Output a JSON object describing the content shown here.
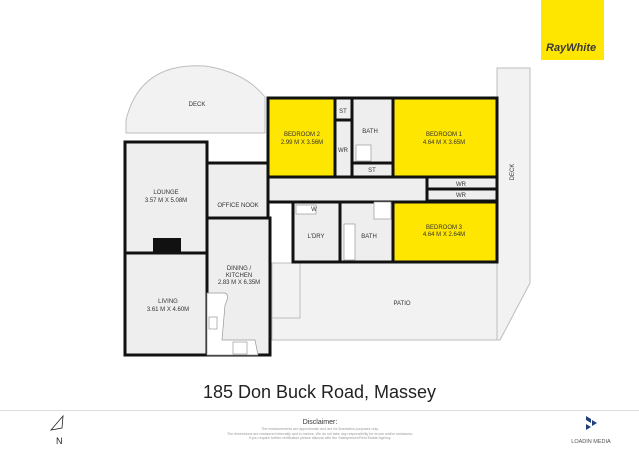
{
  "brand": {
    "name": "RayWhite",
    "color": "#ffe600"
  },
  "address": "185 Don Buck Road, Massey",
  "rooms": {
    "deck_top": "DECK",
    "deck_right": "DECK",
    "bedroom2": {
      "name": "BEDROOM 2",
      "size": "2.99 M X 3.56M"
    },
    "bedroom1": {
      "name": "BEDROOM 1",
      "size": "4.64 M X 3.65M"
    },
    "bedroom3": {
      "name": "BEDROOM 3",
      "size": "4.64 M X 2.64M"
    },
    "st1": "ST",
    "st2": "ST",
    "wr1": "WR",
    "wr2": "WR",
    "wr3": "WR",
    "bath1": "BATH",
    "bath2": "BATH",
    "lounge": {
      "name": "LOUNGE",
      "size": "3.57 M X 5.08M"
    },
    "office": "OFFICE NOOK",
    "laundry": "L'DRY",
    "washer": "W",
    "dining": {
      "name1": "DINING /",
      "name2": "KITCHEN",
      "size": "2.83 M X 6.35M"
    },
    "living": {
      "name": "LIVING",
      "size": "3.61 M X 4.60M"
    },
    "patio": "PATIO"
  },
  "north_label": "N",
  "disclaimer": {
    "title": "Disclaimer:",
    "lines": [
      "The measurements are approximate and are for illustration purposes only.",
      "The dimensions are measured internally and in metres. We do not take any responsibility for errors and/or omissions.",
      "If you require further verification please discuss with the Salesperson/Real Estate Agency."
    ]
  },
  "media_brand": "LOADIN MEDIA",
  "colors": {
    "bedroom_fill": "#ffe600",
    "floor": "#eeeeee",
    "wall": "#111111"
  }
}
